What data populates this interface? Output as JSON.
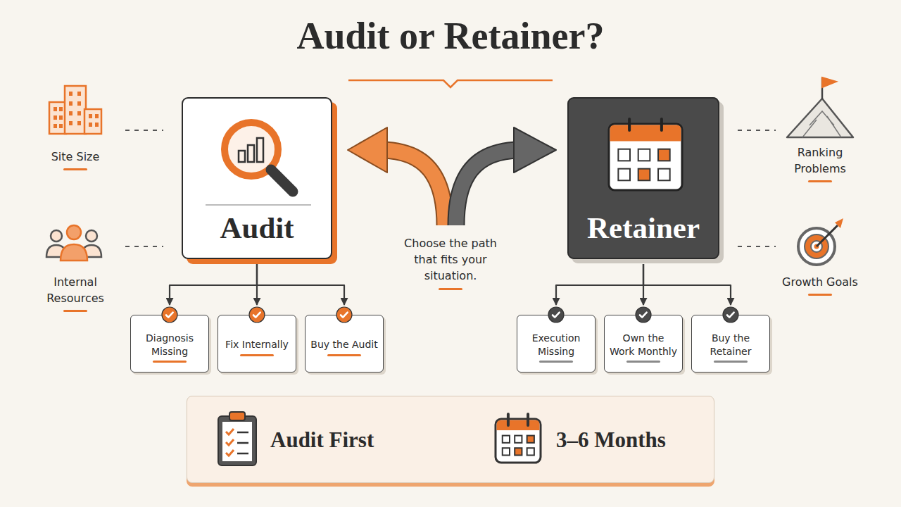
{
  "diagram": {
    "title": "Audit or Retainer?",
    "nodes": [
      {
        "text": [
          "Audit"
        ]
      },
      {
        "text": [
          "Retainer"
        ]
      },
      {
        "text": [
          "Diagnosis Missing"
        ]
      },
      {
        "text": [
          "Fix Internally"
        ]
      },
      {
        "text": [
          "Buy the Audit"
        ]
      },
      {
        "text": [
          "Execution Missing"
        ]
      },
      {
        "text": [
          "Own the Work Monthly"
        ]
      },
      {
        "text": [
          "Buy the Retainer"
        ]
      },
      {
        "text": []
      },
      {
        "text": [
          "Audit First"
        ],
        "in": 8
      },
      {
        "text": [
          "3–6 Months"
        ],
        "in": 8
      }
    ],
    "edges": [
      {
        "from": 0,
        "to": 2,
        "arrow": "to"
      },
      {
        "from": 0,
        "to": 3,
        "arrow": "to"
      },
      {
        "from": 0,
        "to": 4,
        "arrow": "to"
      },
      {
        "from": 1,
        "to": 5,
        "arrow": "to"
      },
      {
        "from": 1,
        "to": 6,
        "arrow": "to"
      },
      {
        "from": 1,
        "to": 7,
        "arrow": "to"
      },
      {
        "from": 9,
        "to": 10,
        "arrow": "to"
      }
    ],
    "labels": [
      "Site Size",
      "Internal Resources",
      "Ranking Problems",
      "Growth Goals",
      "Choose the path that fits your situation."
    ]
  }
}
